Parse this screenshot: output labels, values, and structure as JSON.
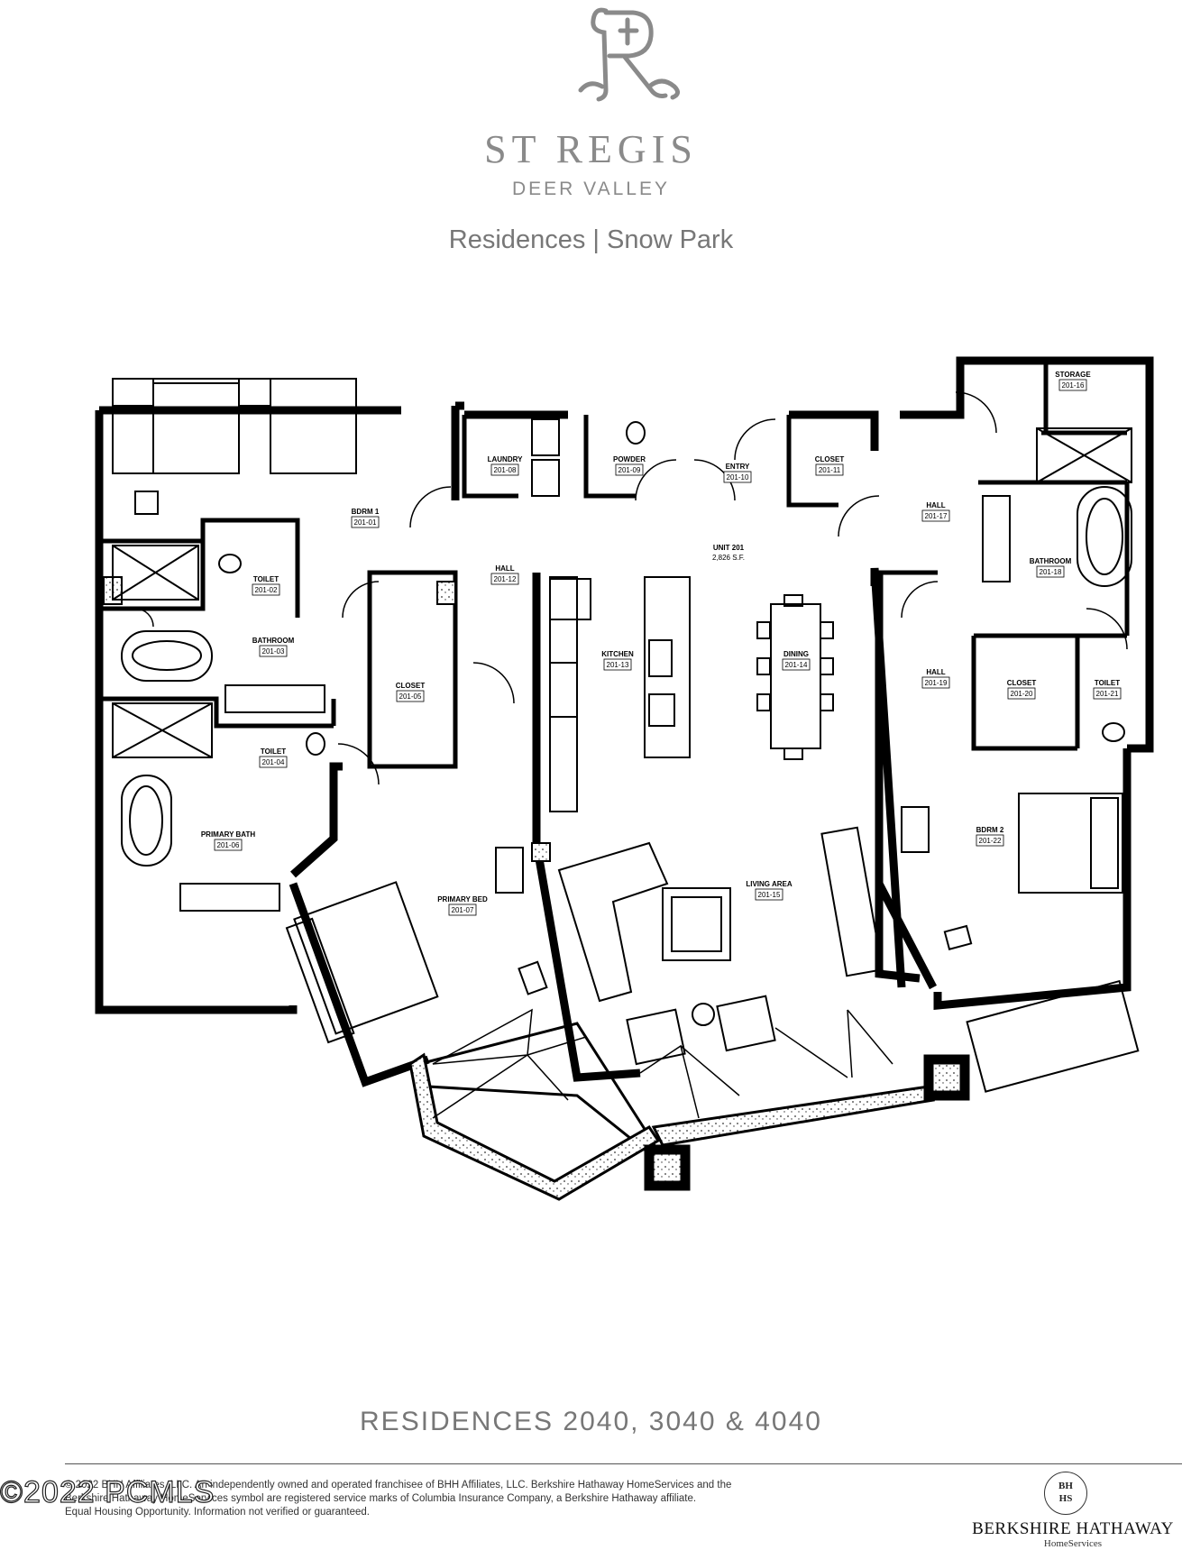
{
  "brand": {
    "name": "ST REGIS",
    "subtitle": "DEER VALLEY",
    "project": "Residences | Snow Park"
  },
  "unit": {
    "label": "UNIT 201",
    "area": "2,826 S.F."
  },
  "rooms": [
    {
      "id": "bdrm1",
      "name": "BDRM 1",
      "code": "201-01"
    },
    {
      "id": "toilet1",
      "name": "TOILET",
      "code": "201-02"
    },
    {
      "id": "bath1",
      "name": "BATHROOM",
      "code": "201-03"
    },
    {
      "id": "toilet2",
      "name": "TOILET",
      "code": "201-04"
    },
    {
      "id": "closet1",
      "name": "CLOSET",
      "code": "201-05"
    },
    {
      "id": "primarybath",
      "name": "PRIMARY BATH",
      "code": "201-06"
    },
    {
      "id": "primarybed",
      "name": "PRIMARY BED",
      "code": "201-07"
    },
    {
      "id": "laundry",
      "name": "LAUNDRY",
      "code": "201-08"
    },
    {
      "id": "powder",
      "name": "POWDER",
      "code": "201-09"
    },
    {
      "id": "entry",
      "name": "ENTRY",
      "code": "201-10"
    },
    {
      "id": "closet2",
      "name": "CLOSET",
      "code": "201-11"
    },
    {
      "id": "hall1",
      "name": "HALL",
      "code": "201-12"
    },
    {
      "id": "kitchen",
      "name": "KITCHEN",
      "code": "201-13"
    },
    {
      "id": "dining",
      "name": "DINING",
      "code": "201-14"
    },
    {
      "id": "living",
      "name": "LIVING AREA",
      "code": "201-15"
    },
    {
      "id": "storage",
      "name": "STORAGE",
      "code": "201-16"
    },
    {
      "id": "hall2",
      "name": "HALL",
      "code": "201-17"
    },
    {
      "id": "bath2",
      "name": "BATHROOM",
      "code": "201-18"
    },
    {
      "id": "hall3",
      "name": "HALL",
      "code": "201-19"
    },
    {
      "id": "closet3",
      "name": "CLOSET",
      "code": "201-20"
    },
    {
      "id": "toilet3",
      "name": "TOILET",
      "code": "201-21"
    },
    {
      "id": "bdrm2",
      "name": "BDRM 2",
      "code": "201-22"
    }
  ],
  "footer": {
    "residences": "RESIDENCES 2040, 3040 & 4040",
    "disclaimer_1": "© 2022 BHH Affiliates, LLC. An independently owned and operated franchisee of BHH Affiliates, LLC. Berkshire Hathaway HomeServices and the",
    "disclaimer_2": "Berkshire Hathaway HomeServices symbol are registered service marks of Columbia Insurance Company, a Berkshire Hathaway affiliate.",
    "disclaimer_3": "Equal Housing Opportunity. Information not verified or guaranteed.",
    "watermark": "©2022 PCMLS",
    "bhhs_seal_top": "BH",
    "bhhs_seal_bottom": "HS",
    "bhhs_name": "BERKSHIRE HATHAWAY",
    "bhhs_sub": "HomeServices"
  }
}
